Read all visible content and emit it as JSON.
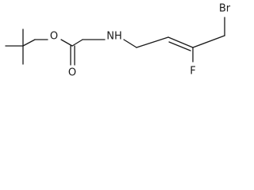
{
  "structure": {
    "atoms": {
      "O": "O",
      "NH": "NH",
      "Br": "Br",
      "F": "F"
    }
  }
}
